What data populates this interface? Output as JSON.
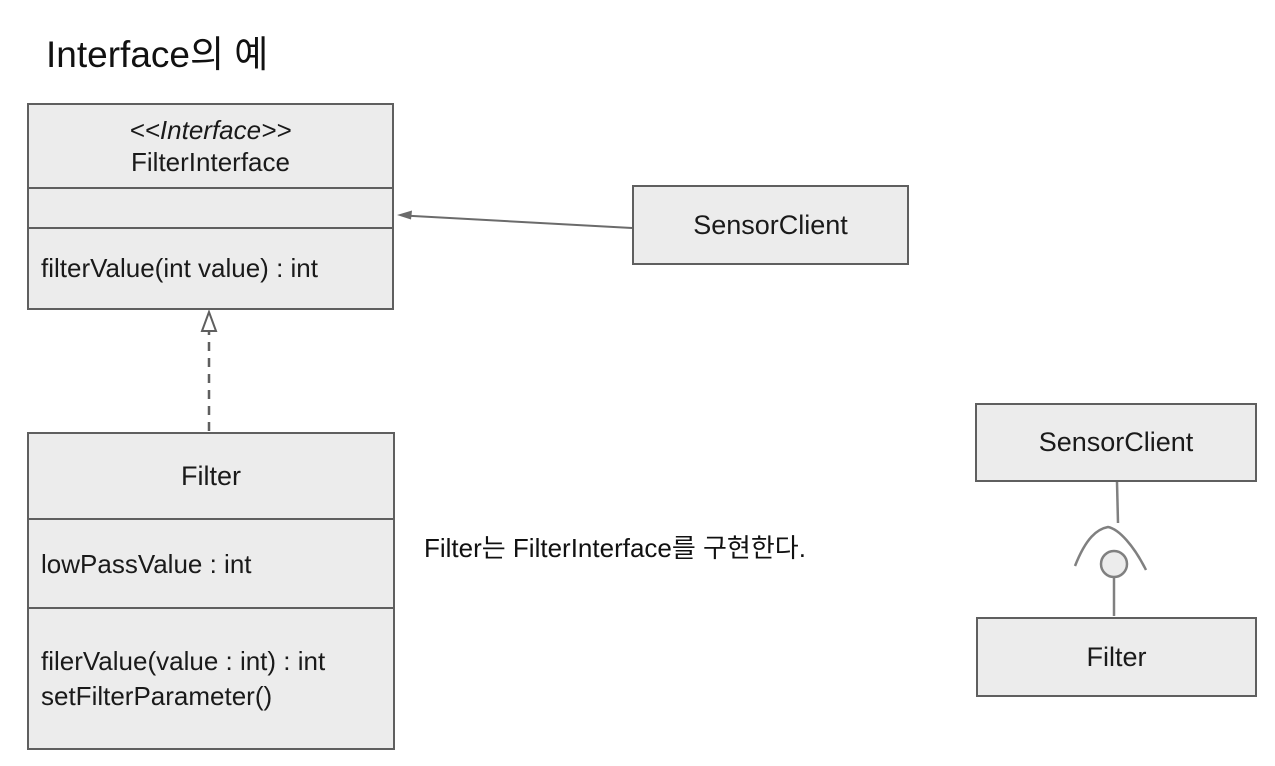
{
  "slide": {
    "title": "Interface의 예"
  },
  "colors": {
    "background": "#ffffff",
    "box_fill": "#ececec",
    "box_border": "#5f5f5f",
    "connector": "#6b6b6b",
    "connector_light": "#808080",
    "text": "#1a1a1a"
  },
  "uml": {
    "interface_class": {
      "stereotype": "<<Interface>>",
      "name": "FilterInterface",
      "attributes": [],
      "methods": [
        "filterValue(int value) : int"
      ]
    },
    "client_class": {
      "name": "SensorClient"
    },
    "impl_class": {
      "name": "Filter",
      "attributes": [
        "lowPassValue : int"
      ],
      "methods": [
        "filerValue(value : int) : int",
        "setFilterParameter()"
      ]
    },
    "relations": {
      "association": {
        "from": "SensorClient",
        "to": "FilterInterface",
        "style": "solid-open-arrow"
      },
      "realization": {
        "from": "Filter",
        "to": "FilterInterface",
        "style": "dashed-hollow-triangle"
      },
      "ball_and_socket": {
        "client": "SensorClient",
        "provider": "Filter"
      }
    },
    "annotation": "Filter는 FilterInterface를 구현한다.",
    "lollipop": {
      "client": {
        "name": "SensorClient"
      },
      "provider": {
        "name": "Filter"
      }
    }
  }
}
